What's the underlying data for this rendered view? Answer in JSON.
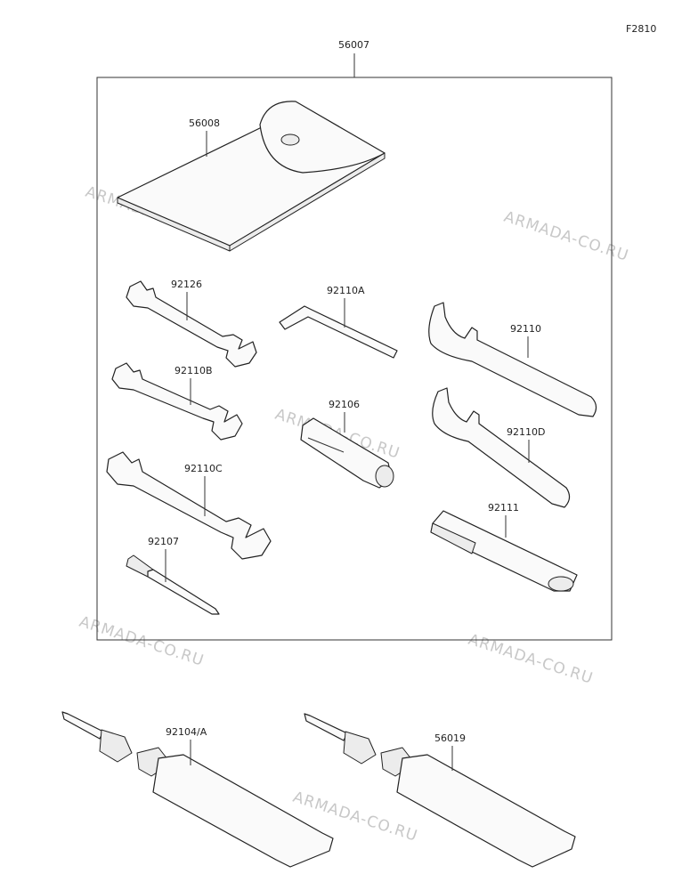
{
  "figure_code": "F2810",
  "watermark": "ARMADA-CO.RU",
  "parts": {
    "kit": "56007",
    "pouch": "56008",
    "wrench_a": "92126",
    "wrench_b": "92110B",
    "wrench_c": "92110C",
    "screwdriver_bit": "92107",
    "hex_key": "92110A",
    "socket": "92106",
    "hook_spanner_a": "92110",
    "hook_spanner_b": "92110D",
    "handle": "92111",
    "grease_a": "92104/A",
    "grease_b": "56019"
  }
}
